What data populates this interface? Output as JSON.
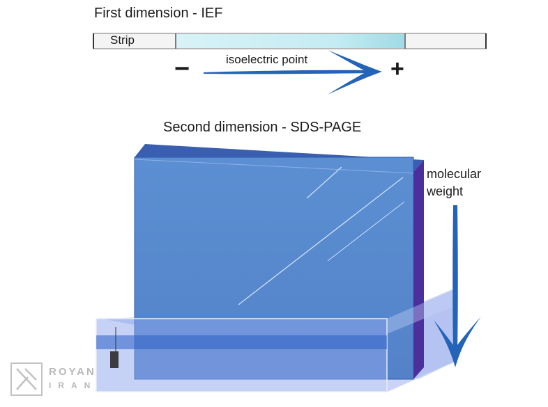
{
  "first_dimension": {
    "title": "First dimension  -  IEF",
    "strip_label": "Strip",
    "axis_label": "isoelectric point",
    "minus_sign": "−",
    "plus_sign": "+"
  },
  "second_dimension": {
    "title": "Second dimension  -  SDS-PAGE",
    "axis_label_line1": "molecular",
    "axis_label_line2": "weight"
  },
  "logo": {
    "line1": "ROYAN",
    "line2": "IRAN"
  },
  "colors": {
    "gel_blue": "#5b8bcf",
    "arrow_blue": "#1f5fb5",
    "ief_gradient": "#bfe9f0",
    "gel_side": "#4a2f9a",
    "tank": "#9fb3ef"
  }
}
